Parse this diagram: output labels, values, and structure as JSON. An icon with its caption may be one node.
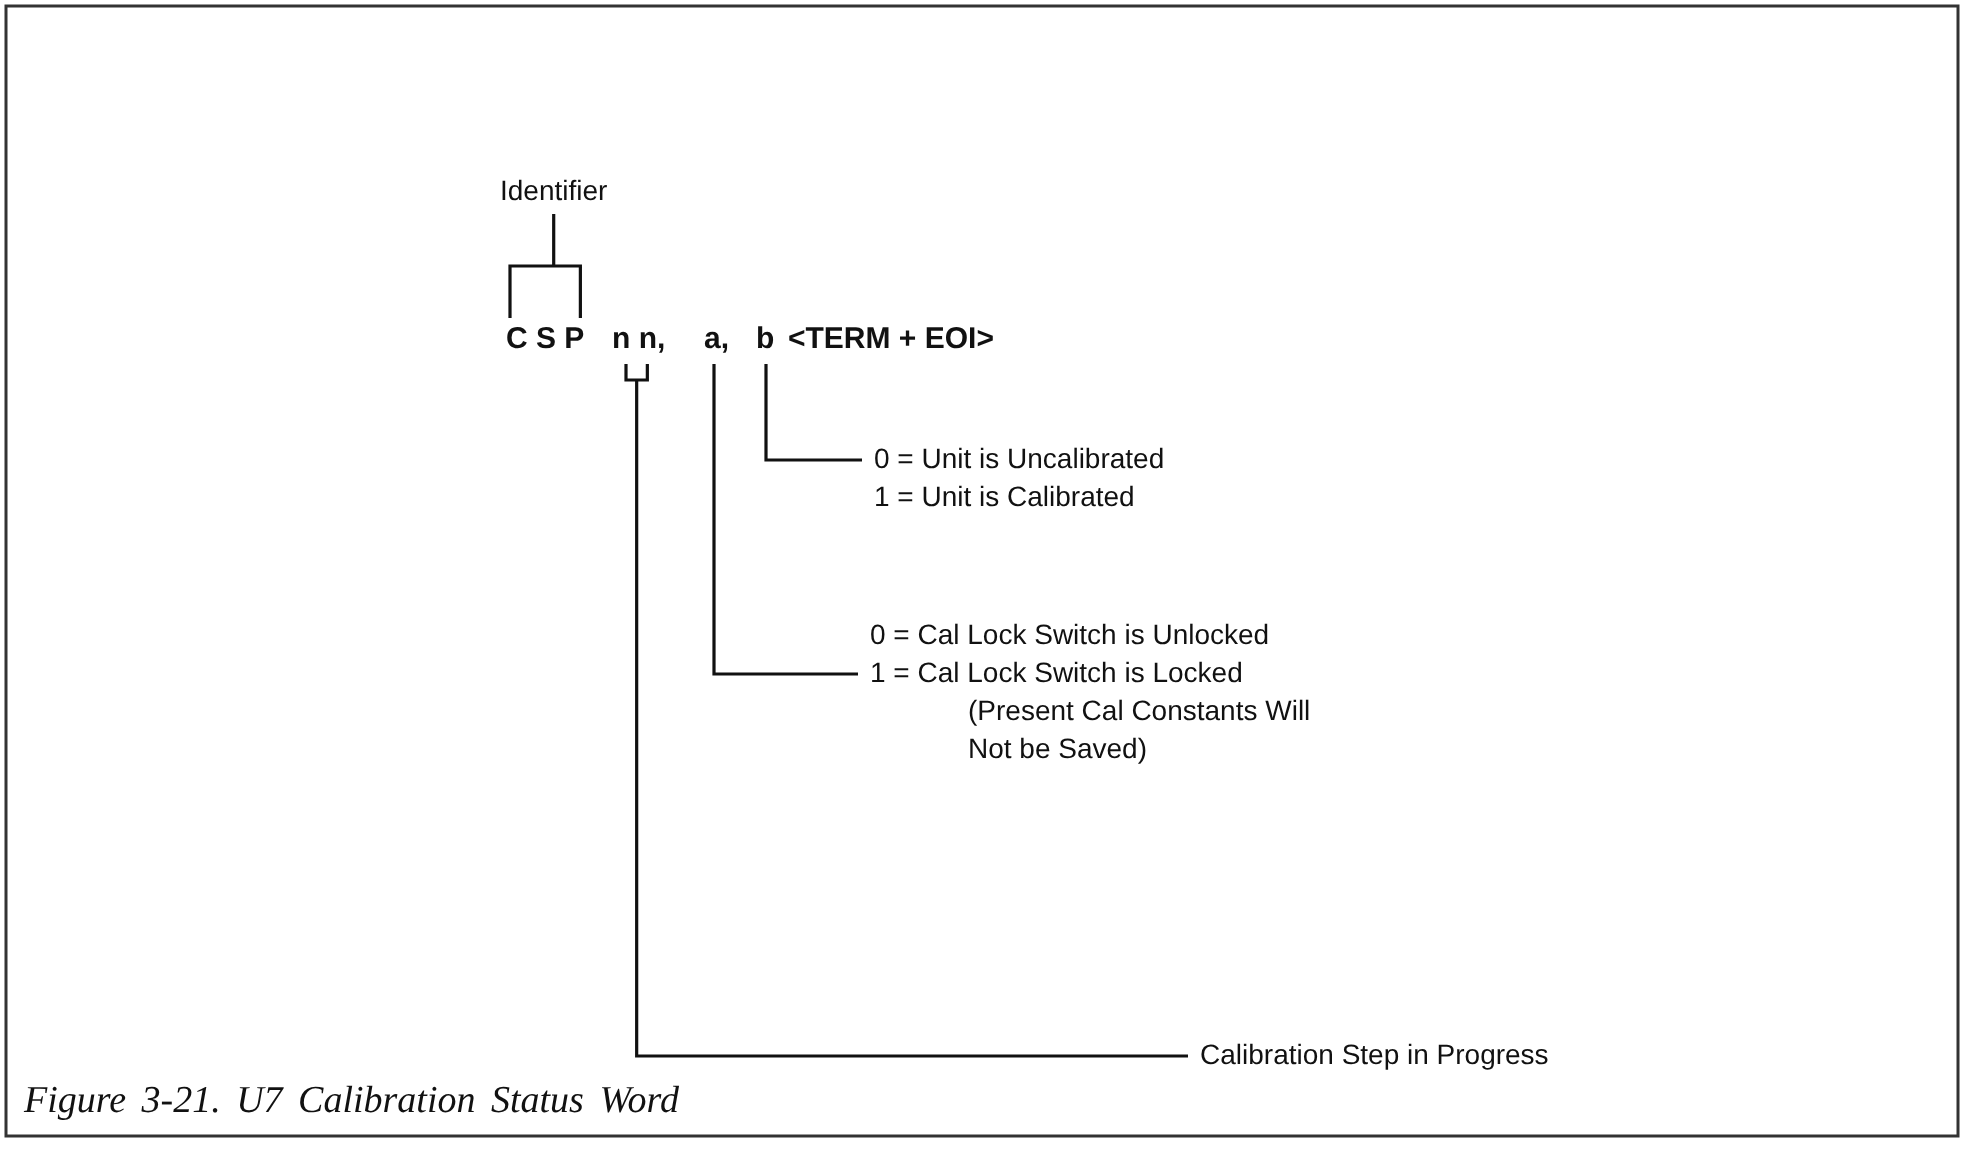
{
  "diagram": {
    "caption": "Figure 3-21. U7 Calibration Status Word",
    "nodes": [
      {
        "text": [
          "Identifier"
        ]
      },
      {
        "text": [
          "C S P"
        ]
      },
      {
        "text": [
          "n n,"
        ]
      },
      {
        "text": [
          "a,"
        ]
      },
      {
        "text": [
          "b"
        ]
      },
      {
        "text": [
          "0 = Unit is Uncalibrated",
          "1 = Unit is Calibrated"
        ]
      },
      {
        "text": [
          "0 = Cal Lock Switch is Unlocked",
          "1 = Cal Lock Switch is Locked",
          "(Present Cal Constants Will Not be Saved)"
        ]
      },
      {
        "text": [
          "Calibration Step in Progress"
        ]
      }
    ],
    "edges": [
      {
        "from": 0,
        "to": 1,
        "arrow": "none"
      },
      {
        "from": 5,
        "to": 4,
        "arrow": "none"
      },
      {
        "from": 6,
        "to": 3,
        "arrow": "none"
      },
      {
        "from": 7,
        "to": 2,
        "arrow": "none"
      }
    ],
    "labels": [
      "<TERM + EOI>"
    ]
  }
}
